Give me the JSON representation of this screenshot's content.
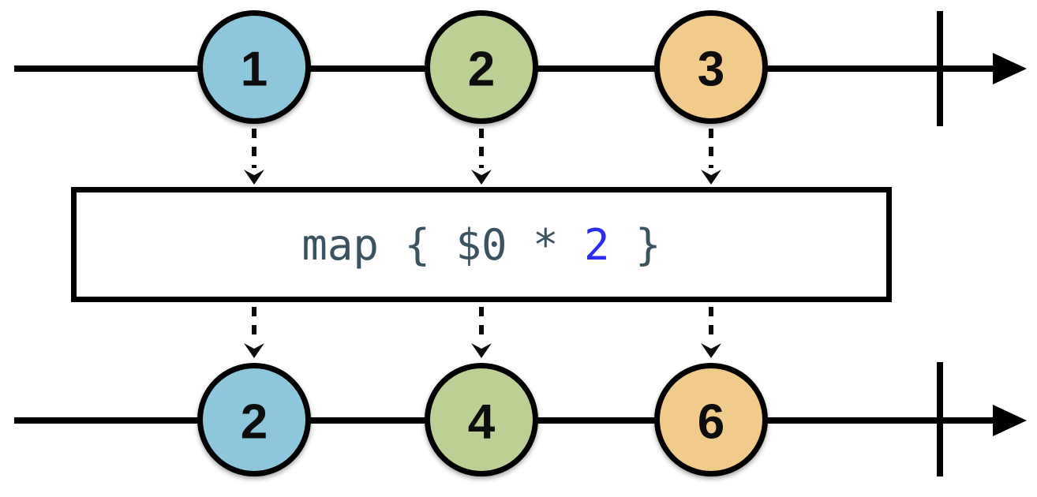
{
  "diagram_type": "marble-diagram",
  "background": "#ffffff",
  "stroke_color": "#000000",
  "operator": {
    "code_prefix": "map { $0 * ",
    "code_highlight": "2",
    "code_suffix": " }",
    "text_color": "#3B5360",
    "highlight_color": "#2B2BF2"
  },
  "input_stream": {
    "marbles": [
      {
        "value": "1",
        "color": "#8EC6DB"
      },
      {
        "value": "2",
        "color": "#BCD096"
      },
      {
        "value": "3",
        "color": "#F0CB8B"
      }
    ]
  },
  "output_stream": {
    "marbles": [
      {
        "value": "2",
        "color": "#8EC6DB"
      },
      {
        "value": "4",
        "color": "#BCD096"
      },
      {
        "value": "6",
        "color": "#F0CB8B"
      }
    ]
  }
}
